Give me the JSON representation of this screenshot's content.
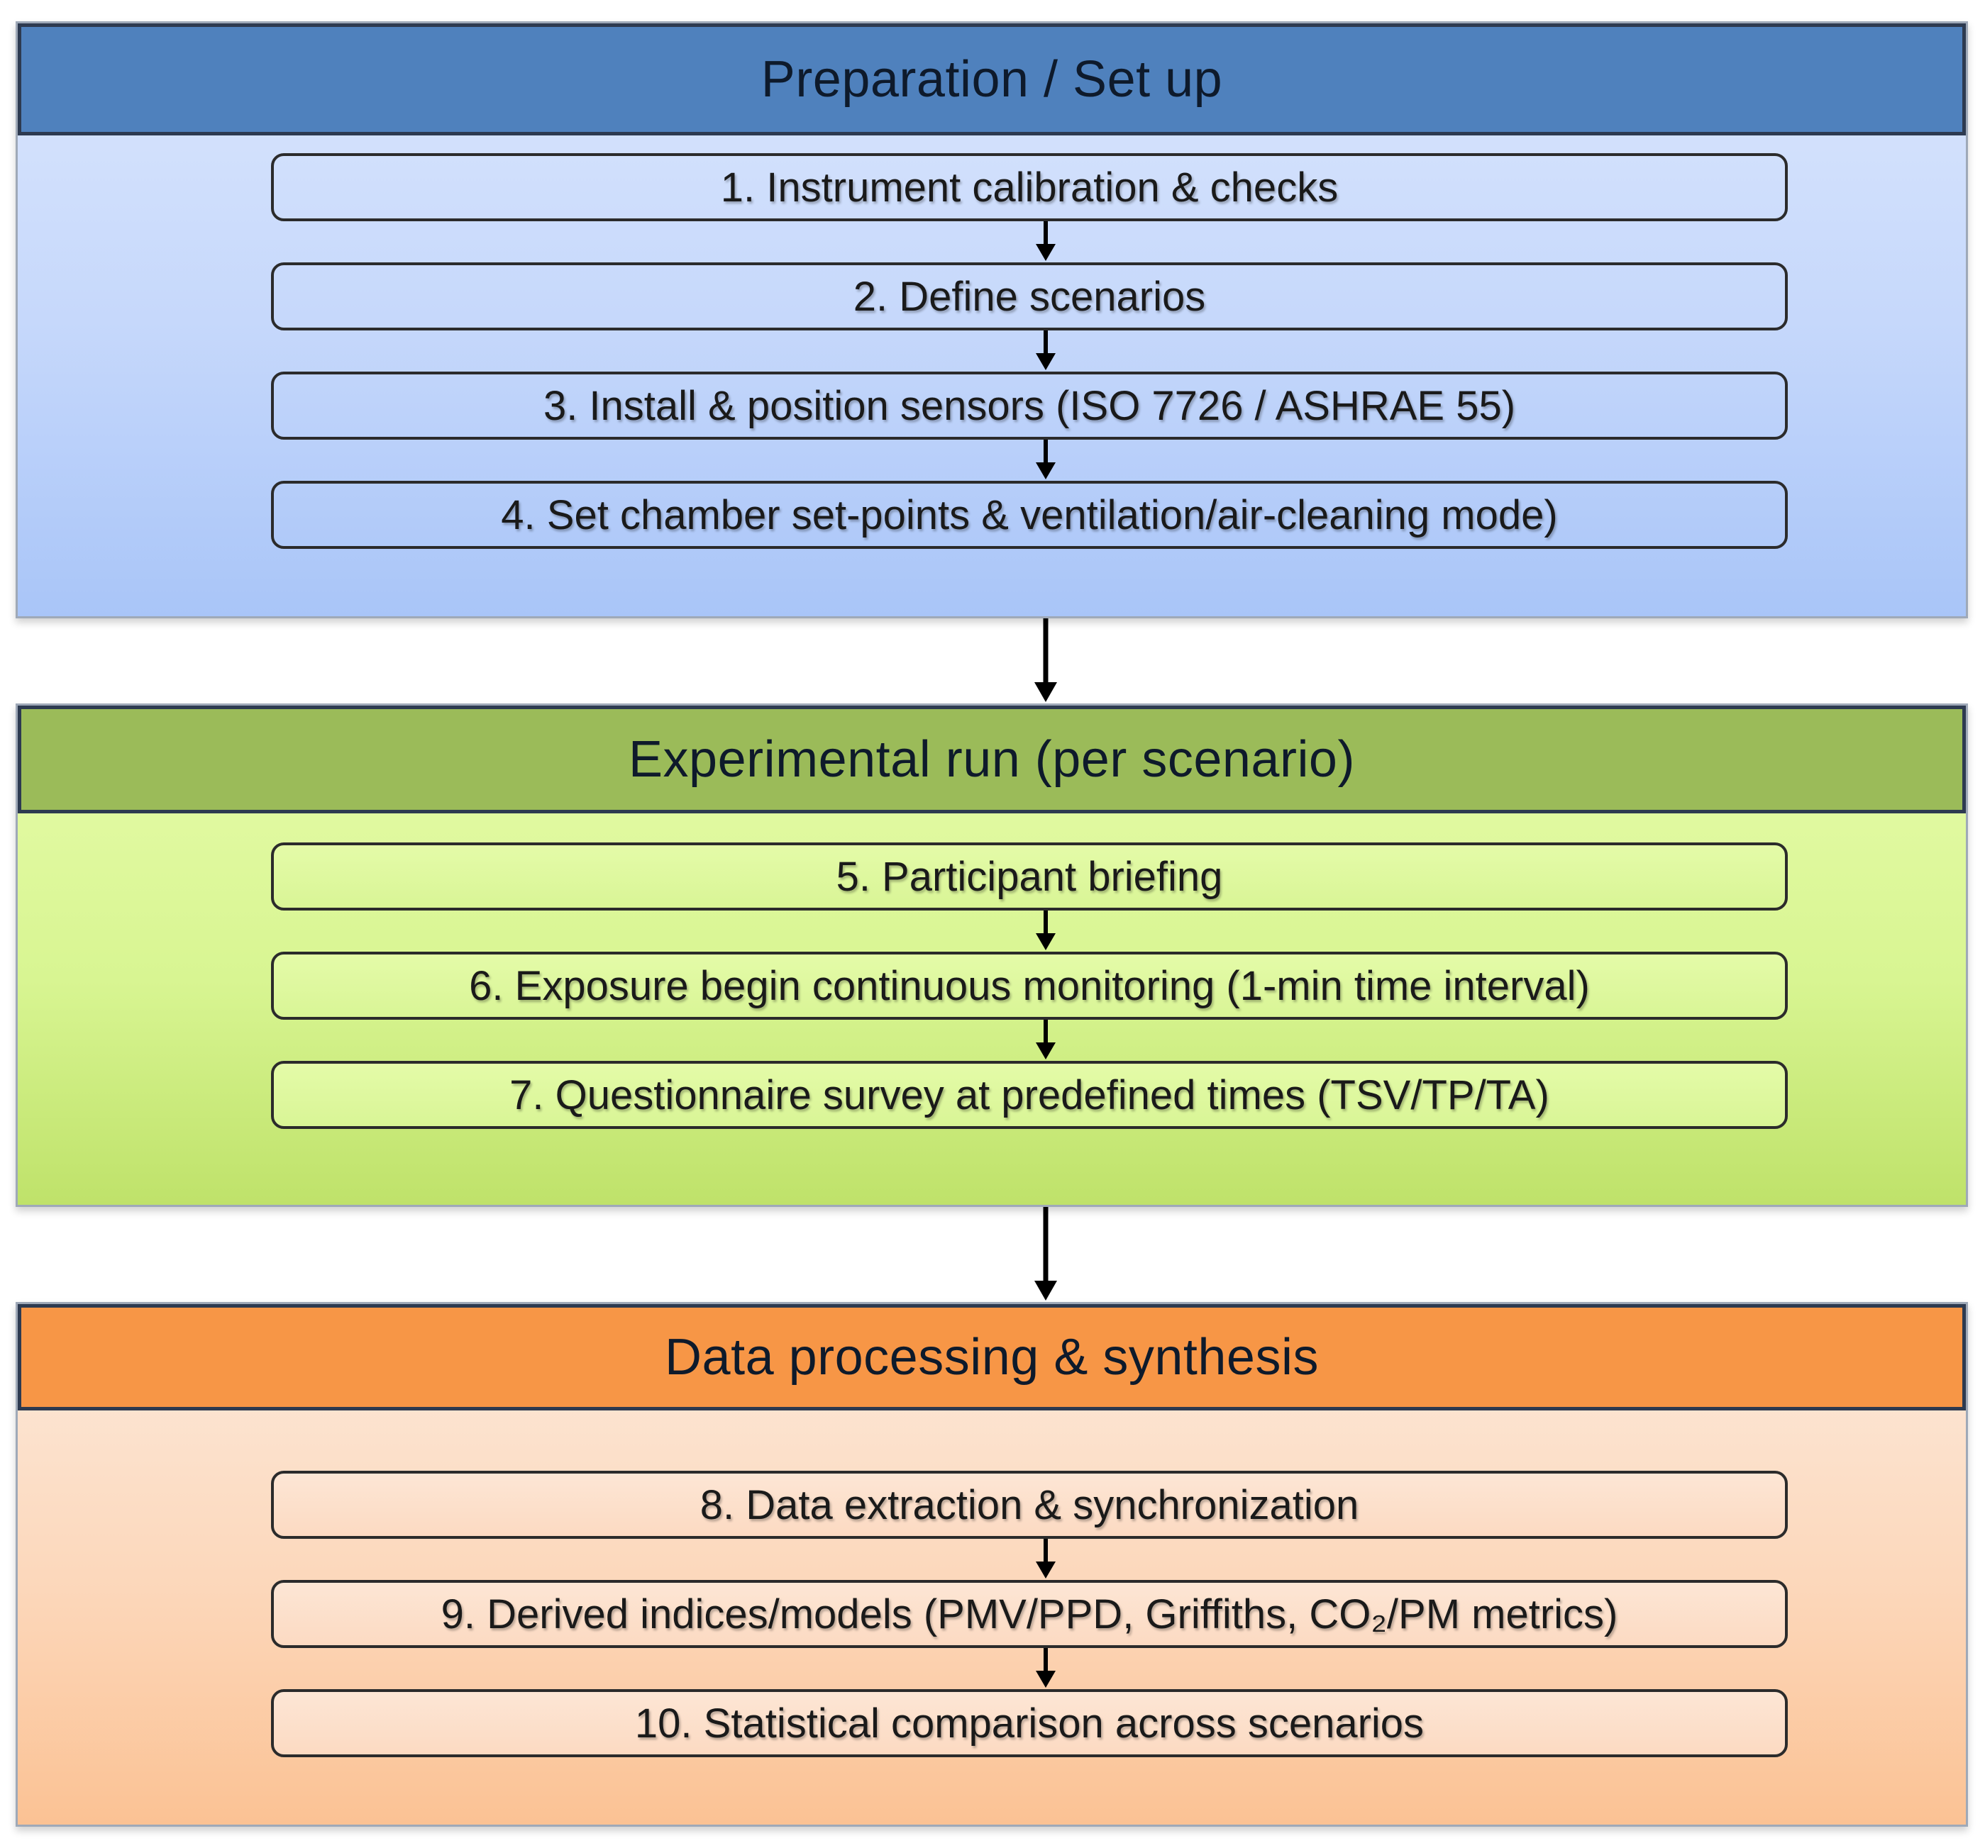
{
  "diagram": {
    "sections": [
      {
        "title": "Preparation / Set up",
        "steps": [
          "1. Instrument calibration & checks",
          "2. Define scenarios",
          "3. Install & position sensors (ISO 7726 / ASHRAE 55)",
          "4. Set chamber set-points & ventilation/air-cleaning mode)"
        ]
      },
      {
        "title": "Experimental run (per scenario)",
        "steps": [
          "5. Participant briefing",
          "6. Exposure begin continuous monitoring (1-min time interval)",
          "7. Questionnaire  survey at predefined times (TSV/TP/TA)"
        ]
      },
      {
        "title": "Data processing & synthesis",
        "steps": [
          "8. Data extraction & synchronization",
          "9. Derived indices/models (PMV/PPD, Griffiths, CO₂/PM metrics)",
          "10. Statistical comparison across scenarios"
        ]
      }
    ],
    "colors": {
      "preparation_header": "#4f81bd",
      "preparation_body": "#c6d8fb",
      "experimental_header": "#9bbb59",
      "experimental_body": "#d8f592",
      "processing_header": "#f79646",
      "processing_body": "#fcd7ba",
      "arrow": "#000000"
    }
  }
}
